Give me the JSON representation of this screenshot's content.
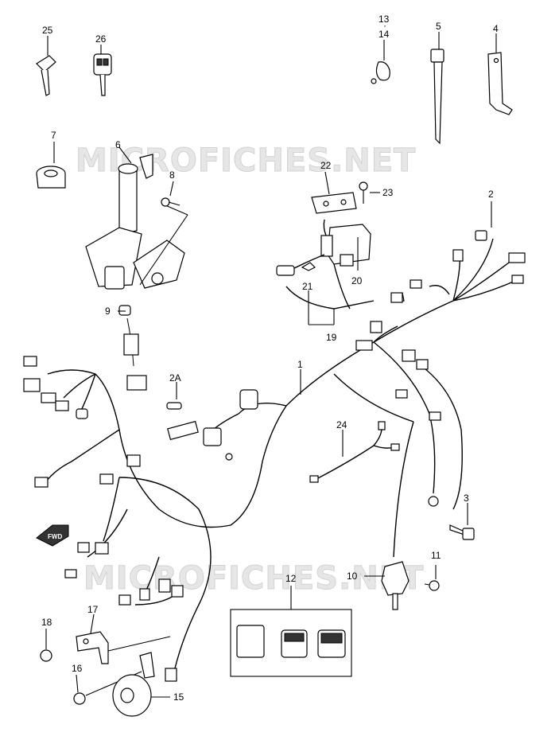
{
  "watermark": {
    "text_top": "MICROFICHES.NET",
    "text_bottom": "MICROFICHES.NET"
  },
  "callouts": {
    "c25": "25",
    "c26": "26",
    "c13": "13",
    "c14": "14",
    "c5": "5",
    "c4": "4",
    "c7": "7",
    "c6": "6",
    "c8": "8",
    "c22": "22",
    "c23": "23",
    "c2": "2",
    "c9": "9",
    "c21": "21",
    "c20": "20",
    "c19": "19",
    "c1": "1",
    "c2A": "2A",
    "c24": "24",
    "c3": "3",
    "c11": "11",
    "c10": "10",
    "c12": "12",
    "c18": "18",
    "c17": "17",
    "c16": "16",
    "c15": "15"
  },
  "fwd_arrow": "FWD"
}
